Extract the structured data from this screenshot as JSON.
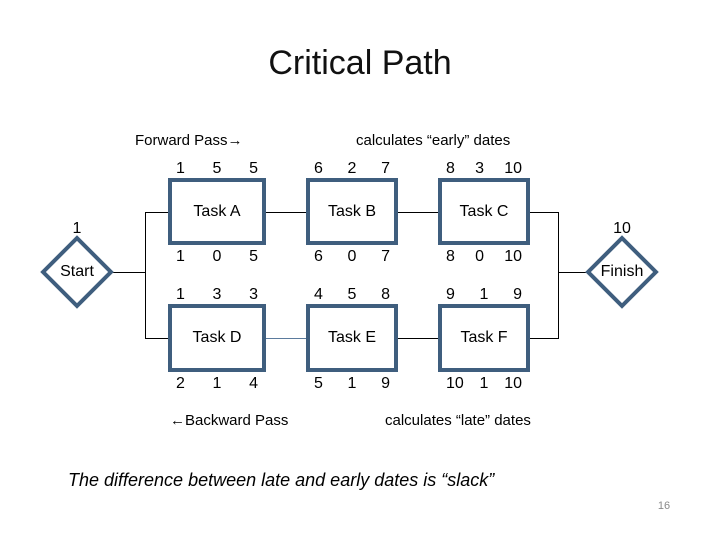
{
  "slide": {
    "title": "Critical Path",
    "footnote": "The difference between late and early dates is “slack”",
    "page_number": "16"
  },
  "labels": {
    "forward_pass": "Forward Pass→",
    "early_dates": "calculates “early” dates",
    "backward_pass": "←Backward Pass",
    "late_dates": "calculates “late” dates"
  },
  "network": {
    "start": {
      "label": "Start",
      "date": "1"
    },
    "finish": {
      "label": "Finish",
      "date": "10"
    },
    "tasks": [
      {
        "name": "Task A",
        "top": [
          "1",
          "5",
          "5"
        ],
        "bottom": [
          "1",
          "0",
          "5"
        ]
      },
      {
        "name": "Task B",
        "top": [
          "6",
          "2",
          "7"
        ],
        "bottom": [
          "6",
          "0",
          "7"
        ]
      },
      {
        "name": "Task C",
        "top": [
          "8",
          "3",
          "10"
        ],
        "bottom": [
          "8",
          "0",
          "10"
        ]
      },
      {
        "name": "Task D",
        "top": [
          "1",
          "3",
          "3"
        ],
        "bottom": [
          "2",
          "1",
          "4"
        ]
      },
      {
        "name": "Task E",
        "top": [
          "4",
          "5",
          "8"
        ],
        "bottom": [
          "5",
          "1",
          "9"
        ]
      },
      {
        "name": "Task F",
        "top": [
          "9",
          "1",
          "9"
        ],
        "bottom": [
          "10",
          "1",
          "10"
        ]
      }
    ]
  },
  "colors": {
    "box_border": "#3F5E7E",
    "connector": "#000000",
    "connector_alt": "#5B7B9D",
    "page_number_gray": "#8a8a8a"
  }
}
